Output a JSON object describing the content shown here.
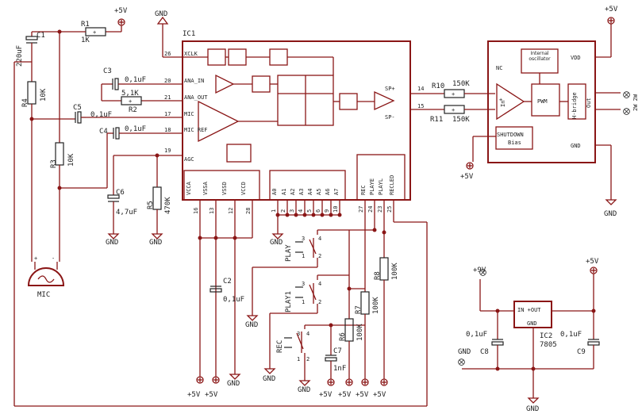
{
  "ic1": {
    "name": "IC1",
    "left_pins": [
      {
        "num": "26",
        "name": "XCLK"
      },
      {
        "num": "20",
        "name": "ANA_IN"
      },
      {
        "num": "21",
        "name": "ANA_OUT"
      },
      {
        "num": "17",
        "name": "MIC"
      },
      {
        "num": "18",
        "name": "MIC REF"
      },
      {
        "num": "19",
        "name": "AGC"
      }
    ],
    "right_pins": [
      {
        "num": "14",
        "name": "SP+"
      },
      {
        "num": "15",
        "name": "SP-"
      }
    ],
    "bottom_labels": [
      "VCCA",
      "VSSA",
      "VSSD",
      "VCCD",
      "A0",
      "A1",
      "A2",
      "A3",
      "A4",
      "A5",
      "A6",
      "A7",
      "REC",
      "PLAYE",
      "PLAYL",
      "RECLED"
    ],
    "bottom_pins": [
      "16",
      "13",
      "12",
      "28",
      "1",
      "2",
      "3",
      "4",
      "5",
      "6",
      "9",
      "10",
      "27",
      "24",
      "23",
      "25"
    ]
  },
  "amp": {
    "nc": "NC",
    "vdd": "VDD",
    "gnd": "GND",
    "osc": "Internal oscillator",
    "pwm": "PWM",
    "hbridge": "H-bridge",
    "out": "Out",
    "in": "In",
    "shutdown": "SHUTDOWN",
    "bias": "Bias",
    "out_label": "2W 2W"
  },
  "parts": {
    "r1": {
      "name": "R1",
      "value": "1K"
    },
    "r2": {
      "name": "R2",
      "value": "5,1K"
    },
    "r3": {
      "name": "R3",
      "value": "10K"
    },
    "r4": {
      "name": "R4",
      "value": "10K"
    },
    "r5": {
      "name": "R5",
      "value": "470K"
    },
    "r6": {
      "name": "R6",
      "value": "100K"
    },
    "r7": {
      "name": "R7",
      "value": "100K"
    },
    "r8": {
      "name": "R8",
      "value": "100K"
    },
    "r10": {
      "name": "R10",
      "value": "150K"
    },
    "r11": {
      "name": "R11",
      "value": "150K"
    },
    "c1": {
      "name": "C1",
      "value": "220uF"
    },
    "c2": {
      "name": "C2",
      "value": "0,1uF"
    },
    "c3": {
      "name": "C3",
      "value": "0,1uF"
    },
    "c4": {
      "name": "C4",
      "value": "0,1uF"
    },
    "c5": {
      "name": "C5",
      "value": "0,1uF"
    },
    "c6": {
      "name": "C6",
      "value": "4,7uF"
    },
    "c7": {
      "name": "C7",
      "value": "1nF"
    },
    "c8": {
      "name": "C8",
      "value": "0,1uF"
    },
    "c9": {
      "name": "C9",
      "value": "0,1uF"
    },
    "ic2": {
      "name": "IC2",
      "value": "7805",
      "inout": "IN +OUT",
      "gnd": "GND"
    },
    "mic": "MIC",
    "play": "PLAY",
    "play1": "PLAY1",
    "rec": "REC"
  },
  "rails": {
    "p5v": "+5V",
    "p9v": "+9V",
    "gnd": "GND"
  }
}
